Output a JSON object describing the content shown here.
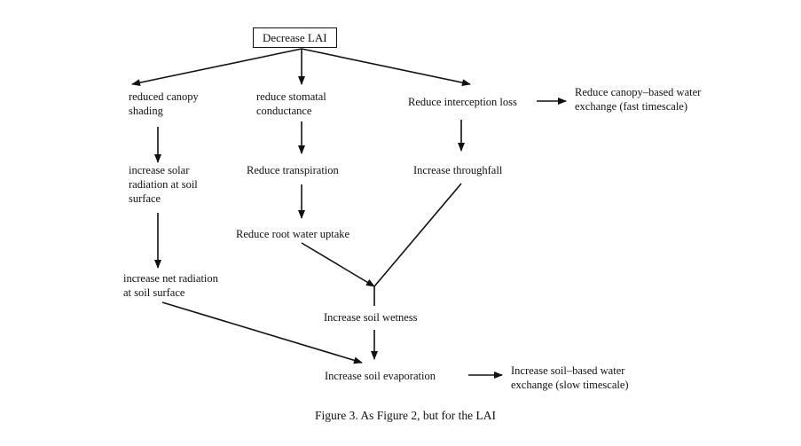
{
  "nodes": {
    "decrease_lai": "Decrease LAI",
    "reduced_canopy_shading": [
      "reduced canopy",
      "shading"
    ],
    "reduce_stomatal_conductance": [
      "reduce stomatal",
      "conductance"
    ],
    "reduce_interception_loss": "Reduce interception loss",
    "reduce_canopy_water_exchange": [
      "Reduce canopy–based water",
      "exchange (fast timescale)"
    ],
    "increase_solar_radiation": [
      "increase solar",
      "radiation at soil",
      "surface"
    ],
    "reduce_transpiration": "Reduce transpiration",
    "increase_throughfall": "Increase throughfall",
    "reduce_root_water_uptake": "Reduce root water uptake",
    "increase_net_radiation": [
      "increase net radiation",
      "at soil surface"
    ],
    "increase_soil_wetness": "Increase soil wetness",
    "increase_soil_evaporation": "Increase soil evaporation",
    "increase_soil_water_exchange": [
      "Increase soil–based water",
      "exchange (slow timescale)"
    ]
  },
  "caption": "Figure 3. As Figure 2, but for the LAI"
}
